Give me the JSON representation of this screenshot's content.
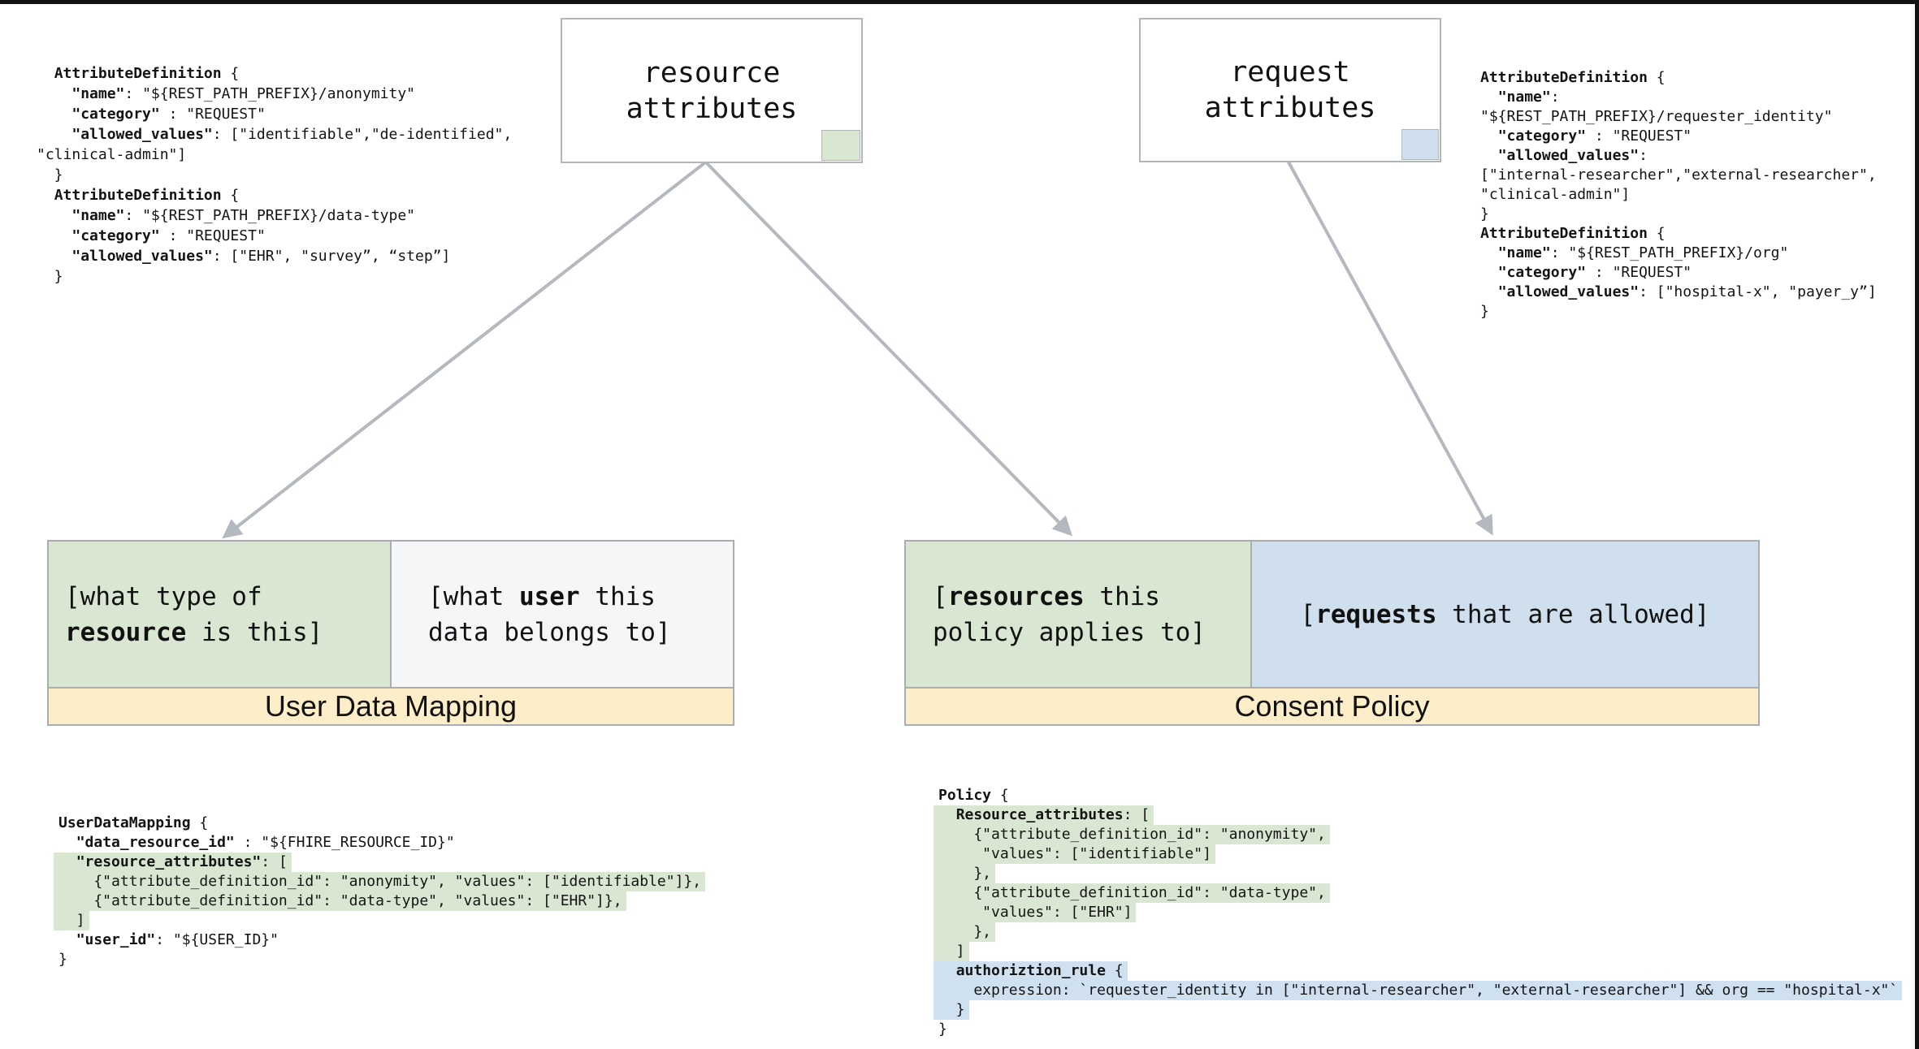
{
  "palette": {
    "green": "#d9e7d2",
    "blue": "#cfdfee",
    "highlight_blue": "#cfe1f0",
    "cream": "#fdeec9",
    "cell_white": "#f4f6f8",
    "border_gray": "#a9adb2",
    "arrow_gray": "#b4b8bf",
    "edge_black": "#121212"
  },
  "boxes": {
    "resource_attributes": {
      "label": [
        "resource",
        "attributes"
      ],
      "swatch_color": "#d9e7d2"
    },
    "request_attributes": {
      "label": [
        "request",
        "attributes"
      ],
      "swatch_color": "#cfdfee"
    }
  },
  "blocks": {
    "user_data_mapping": {
      "title": "User Data Mapping",
      "cells": {
        "resource_type": [
          {
            "s": [
              {
                "t": "[what type of"
              }
            ]
          },
          {
            "s": [
              {
                "t": "resource",
                "b": true
              },
              {
                "t": " is this]"
              }
            ]
          }
        ],
        "user": [
          {
            "s": [
              {
                "t": "[what "
              },
              {
                "t": "user",
                "b": true
              },
              {
                "t": " this"
              }
            ]
          },
          {
            "s": [
              {
                "t": "data belongs to]"
              }
            ]
          }
        ]
      }
    },
    "consent_policy": {
      "title": "Consent Policy",
      "cells": {
        "resources": [
          {
            "s": [
              {
                "t": "["
              },
              {
                "t": "resources",
                "b": true
              },
              {
                "t": " this"
              }
            ]
          },
          {
            "s": [
              {
                "t": "policy applies to]"
              }
            ]
          }
        ],
        "requests": [
          {
            "s": [
              {
                "t": "["
              },
              {
                "t": "requests",
                "b": true
              },
              {
                "t": " that are allowed]"
              }
            ]
          }
        ]
      }
    }
  },
  "code_blocks": {
    "resource_attribute_definitions": {
      "lines": [
        {
          "s": [
            {
              "t": "  "
            },
            {
              "t": "AttributeDefinition",
              "b": true
            },
            {
              "t": " {"
            }
          ]
        },
        {
          "s": [
            {
              "t": "    "
            },
            {
              "t": "\"name\"",
              "b": true
            },
            {
              "t": ": \"${REST_PATH_PREFIX}/anonymity\""
            }
          ]
        },
        {
          "s": [
            {
              "t": "    "
            },
            {
              "t": "\"category\"",
              "b": true
            },
            {
              "t": " : \"REQUEST\""
            }
          ]
        },
        {
          "s": [
            {
              "t": "    "
            },
            {
              "t": "\"allowed_values\"",
              "b": true
            },
            {
              "t": ": [\"identifiable\",\"de-identified\","
            }
          ]
        },
        {
          "s": [
            {
              "t": "\"clinical-admin\"]"
            }
          ]
        },
        {
          "s": [
            {
              "t": "  }"
            }
          ]
        },
        {
          "s": [
            {
              "t": "  "
            },
            {
              "t": "AttributeDefinition",
              "b": true
            },
            {
              "t": " {"
            }
          ]
        },
        {
          "s": [
            {
              "t": "    "
            },
            {
              "t": "\"name\"",
              "b": true
            },
            {
              "t": ": \"${REST_PATH_PREFIX}/data-type\""
            }
          ]
        },
        {
          "s": [
            {
              "t": "    "
            },
            {
              "t": "\"category\"",
              "b": true
            },
            {
              "t": " : \"REQUEST\""
            }
          ]
        },
        {
          "s": [
            {
              "t": "    "
            },
            {
              "t": "\"allowed_values\"",
              "b": true
            },
            {
              "t": ": [\"EHR\", \"survey”, “step”]"
            }
          ]
        },
        {
          "s": [
            {
              "t": "  }"
            }
          ]
        }
      ]
    },
    "request_attribute_definitions": {
      "lines": [
        {
          "s": [
            {
              "t": "AttributeDefinition",
              "b": true
            },
            {
              "t": " {"
            }
          ]
        },
        {
          "s": [
            {
              "t": "  "
            },
            {
              "t": "\"name\"",
              "b": true
            },
            {
              "t": ":"
            }
          ]
        },
        {
          "s": [
            {
              "t": "\"${REST_PATH_PREFIX}/requester_identity\""
            }
          ]
        },
        {
          "s": [
            {
              "t": "  "
            },
            {
              "t": "\"category\"",
              "b": true
            },
            {
              "t": " : \"REQUEST\""
            }
          ]
        },
        {
          "s": [
            {
              "t": "  "
            },
            {
              "t": "\"allowed_values\"",
              "b": true
            },
            {
              "t": ":"
            }
          ]
        },
        {
          "s": [
            {
              "t": "[\"internal-researcher\",\"external-researcher\","
            }
          ]
        },
        {
          "s": [
            {
              "t": "\"clinical-admin\"]"
            }
          ]
        },
        {
          "s": [
            {
              "t": "}"
            }
          ]
        },
        {
          "s": [
            {
              "t": "AttributeDefinition",
              "b": true
            },
            {
              "t": " {"
            }
          ]
        },
        {
          "s": [
            {
              "t": "  "
            },
            {
              "t": "\"name\"",
              "b": true
            },
            {
              "t": ": \"${REST_PATH_PREFIX}/org\""
            }
          ]
        },
        {
          "s": [
            {
              "t": "  "
            },
            {
              "t": "\"category\"",
              "b": true
            },
            {
              "t": " : \"REQUEST\""
            }
          ]
        },
        {
          "s": [
            {
              "t": "  "
            },
            {
              "t": "\"allowed_values\"",
              "b": true
            },
            {
              "t": ": [\"hospital-x\", \"payer_y”]"
            }
          ]
        },
        {
          "s": [
            {
              "t": "}"
            }
          ]
        }
      ]
    },
    "user_data_mapping_example": {
      "lines": [
        {
          "s": [
            {
              "t": "UserDataMapping",
              "b": true
            },
            {
              "t": " {"
            }
          ]
        },
        {
          "s": [
            {
              "t": "  "
            },
            {
              "t": "\"data_resource_id\"",
              "b": true
            },
            {
              "t": " : \"${FHIRE_RESOURCE_ID}\""
            }
          ]
        },
        {
          "hl": "green",
          "s": [
            {
              "t": "  "
            },
            {
              "t": "\"resource_attributes\"",
              "b": true
            },
            {
              "t": ": ["
            }
          ]
        },
        {
          "hl": "green",
          "s": [
            {
              "t": "    {\"attribute_definition_id\": \"anonymity\", \"values\": [\"identifiable\"]},"
            }
          ]
        },
        {
          "hl": "green",
          "s": [
            {
              "t": "    {\"attribute_definition_id\": \"data-type\", \"values\": [\"EHR\"]},"
            }
          ]
        },
        {
          "hl": "green",
          "s": [
            {
              "t": "  ]"
            }
          ]
        },
        {
          "s": [
            {
              "t": "  "
            },
            {
              "t": "\"user_id\"",
              "b": true
            },
            {
              "t": ": \"${USER_ID}\""
            }
          ]
        },
        {
          "s": [
            {
              "t": "}"
            }
          ]
        }
      ]
    },
    "consent_policy_example": {
      "lines": [
        {
          "s": [
            {
              "t": "Policy",
              "b": true
            },
            {
              "t": " {"
            }
          ]
        },
        {
          "hl": "green",
          "s": [
            {
              "t": "  "
            },
            {
              "t": "Resource_attributes",
              "b": true
            },
            {
              "t": ": ["
            }
          ]
        },
        {
          "hl": "green",
          "s": [
            {
              "t": "    {\"attribute_definition_id\": \"anonymity\","
            }
          ]
        },
        {
          "hl": "green",
          "s": [
            {
              "t": "     \"values\": [\"identifiable\"]"
            }
          ]
        },
        {
          "hl": "green",
          "s": [
            {
              "t": "    },"
            }
          ]
        },
        {
          "hl": "green",
          "s": [
            {
              "t": "    {\"attribute_definition_id\": \"data-type\","
            }
          ]
        },
        {
          "hl": "green",
          "s": [
            {
              "t": "     \"values\": [\"EHR\"]"
            }
          ]
        },
        {
          "hl": "green",
          "s": [
            {
              "t": "    },"
            }
          ]
        },
        {
          "hl": "green",
          "s": [
            {
              "t": "  ]"
            }
          ]
        },
        {
          "hl": "blue",
          "s": [
            {
              "t": "  "
            },
            {
              "t": "authoriztion_rule",
              "b": true
            },
            {
              "t": " {"
            }
          ]
        },
        {
          "hl": "blue",
          "s": [
            {
              "t": "    expression: `requester_identity in [\"internal-researcher\", \"external-researcher\"] && org == \"hospital-x\"`"
            }
          ]
        },
        {
          "hl": "blue",
          "s": [
            {
              "t": "  }"
            }
          ]
        },
        {
          "s": [
            {
              "t": "}"
            }
          ]
        }
      ]
    }
  },
  "connections": [
    {
      "from": "resource-attributes-box",
      "to": "udm-resource-type-cell"
    },
    {
      "from": "resource-attributes-box",
      "to": "cp-resources-cell"
    },
    {
      "from": "request-attributes-box",
      "to": "cp-requests-cell"
    }
  ]
}
